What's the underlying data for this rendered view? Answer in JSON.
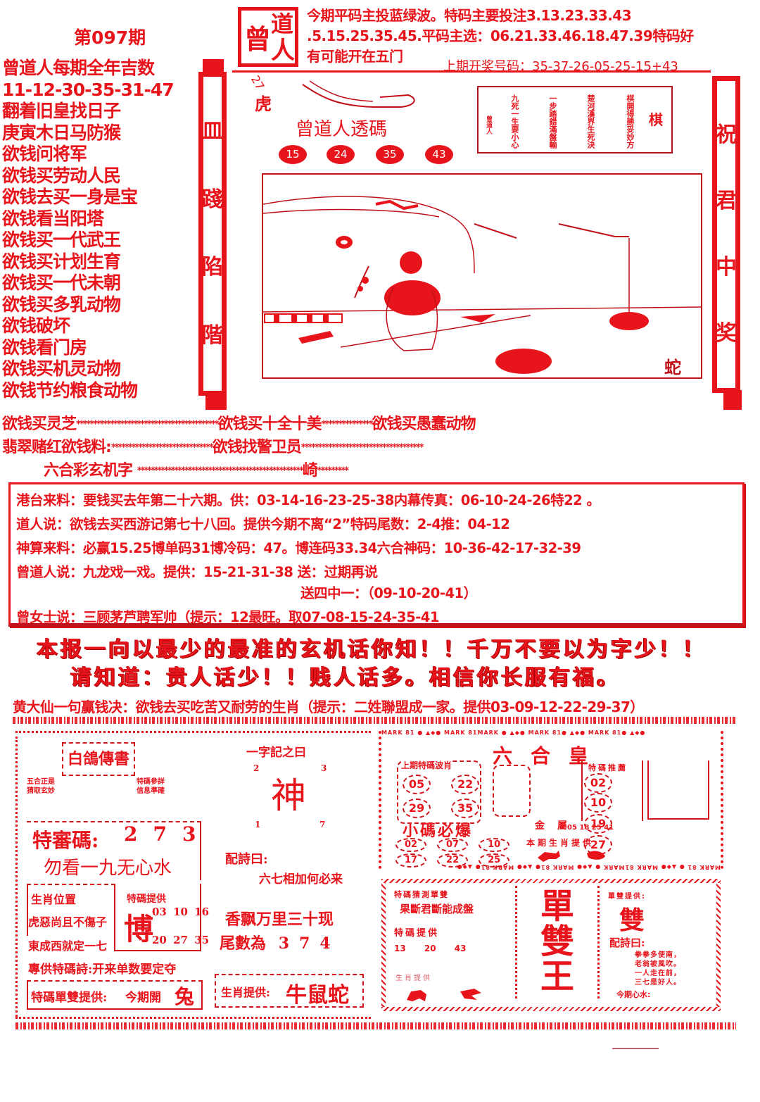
{
  "colors": {
    "primary_red": "#e8141c",
    "dark_red": "#c01018",
    "background": "#ffffff"
  },
  "header": {
    "issue": "第097期",
    "seal": {
      "left": "曾",
      "top_right": "道",
      "bottom_right": "人"
    },
    "tip_lines": [
      "今期平码主投蓝绿波。特码主要投注3.13.23.33.43",
      ".5.15.25.35.45.平码主选：06.21.33.46.18.47.39特码好",
      "有可能开在五门"
    ],
    "last_draw_label": "上期开奖号码：",
    "last_draw_numbers": "35-37-26-05-25-15+43"
  },
  "left_list": [
    "曾道人每期全年吉数",
    "11-12-30-35-31-47",
    "翻着旧皇找日子",
    "庚寅木日马防猴",
    "欲钱问将军",
    "欲钱买劳动人民",
    "欲钱去买一身是宝",
    "欲钱看当阳塔",
    "欲钱买一代武王",
    "欲钱买计划生育",
    "欲钱买一代未朝",
    "欲钱买多乳动物",
    "欲钱破坏",
    "欲钱看门房",
    "欲钱买机灵动物",
    "欲钱节约粮食动物"
  ],
  "vertical_banners": {
    "left": [
      "皿",
      "踐",
      "陷",
      "階"
    ],
    "right": [
      "祝",
      "君",
      "中",
      "奖"
    ]
  },
  "picture": {
    "zodiac_top": "虎",
    "zodiac_top_number": "27",
    "title": "曾道人透碼",
    "balls": [
      "15",
      "24",
      "35",
      "43"
    ],
    "chess_box": {
      "title": "棋",
      "columns": [
        "棋開得勝妥妙方",
        "楚河漢界生死決",
        "一步踏錯滿盤輸",
        "九死一生要小心",
        "曾道人"
      ]
    },
    "zodiac_bottom": "蛇"
  },
  "star_lines": [
    {
      "left": "欲钱买灵芝",
      "middle": "欲钱买十全十美",
      "right": "欲钱买愚蠢动物"
    },
    {
      "left": "翡翠赌红欲钱料:",
      "middle": "欲钱找警卫员",
      "right": ""
    },
    {
      "left": "六合彩玄机字",
      "middle": "崎",
      "right": ""
    }
  ],
  "source_box": {
    "lines": [
      "港台来料：要钱买去年第二十六期。供：03-14-16-23-25-38内幕传真：06-10-24-26特22 。",
      "道人说：欲钱去买西游记第七十八回。提供今期不离“2”特码尾数：2-4推：04-12",
      "神算来料：必赢15.25博单码31博冷码：47。博连码33.34六合神码：10-36-42-17-32-39",
      "曾道人说：九龙戏一戏。提供：15-21-31-38 送：过期再说",
      "送四中一：（09-10-20-41）",
      "曾女士说：三顾茅芦聘军帅（提示：12最旺。取07-08-15-24-35-41"
    ]
  },
  "slogan": {
    "line1": "本报一向以最少的最准的玄机话你知！！千万不要以为字少！！",
    "line2": "请知道：贵人话少！！贱人话多。相信你长服有福。"
  },
  "huang": "黄大仙一句赢钱决：欲钱去买吃苦又耐劳的生肖（提示：二姓聯盟成一家。提供03-09-12-22-29-37）",
  "bottom_left": {
    "book_title": "白鴿傳書",
    "small_left": [
      "五合正是",
      "猜取玄妙"
    ],
    "small_right": [
      "特碼參詳",
      "信息準確"
    ],
    "code_label": "特審碼:",
    "code_digits": [
      "2",
      "7",
      "3"
    ],
    "code_hint": "勿看一九无心水",
    "position_title": "生肖位置",
    "position_lines": [
      "虎惡尚且不傷子",
      "東成西就定一七"
    ],
    "special_title": "特碼提供",
    "special_char": "博",
    "special_numbers": [
      [
        "03",
        "10",
        "16"
      ],
      [
        "20",
        "27",
        "35"
      ]
    ],
    "poem_label": "專供特碼詩:",
    "poem_text": "开来单数要定夺",
    "odd_even_label": "特碼單雙提供:",
    "odd_even_text": "今期開",
    "odd_even_zodiac": "兔",
    "one_word_title": "一字記之曰",
    "one_word": "神",
    "corner_numbers": [
      "2",
      "3",
      "1",
      "7"
    ],
    "poem2_label": "配詩曰:",
    "poem2_text": "六七相加何必来",
    "fragrance": "香飘万里三十现",
    "tail_label": "尾數為",
    "tail_digits": [
      "3",
      "7",
      "4"
    ],
    "zodiac_label": "生肖提供:",
    "zodiac_text": "牛鼠蛇"
  },
  "bottom_right_top": {
    "mark_row": "MARK 81 ● ▲◆● MARK 81MARK ● ▲◆● MARK 81● ▲◆● MARK 81● ▲◆●",
    "header": "六合皇",
    "last_wave_title": "上期特碼波肖",
    "last_wave_numbers": [
      "05",
      "22",
      "29",
      "35"
    ],
    "middle_label": "金屬",
    "pick_title": "特碼推薦",
    "pick_numbers": [
      "02",
      "10",
      "19",
      "27"
    ],
    "small_title": "小碼必爆",
    "small_numbers": [
      "02",
      "07",
      "10",
      "17",
      "22",
      "25"
    ],
    "num_line": "05 18 25 41",
    "zodiac_provide": "本期生肖提供"
  },
  "bottom_right_bottom": {
    "title": "特碼猜測單雙",
    "subtitle": "果斷君斷能成盤",
    "special_title": "特碼提供",
    "special_numbers": [
      "13",
      "20",
      "43"
    ],
    "zodiac_title": "生肖提供",
    "center_big": [
      "單",
      "雙",
      "王"
    ],
    "right_title": "單雙提供:",
    "right_big": "雙",
    "poem_label": "配詩曰:",
    "poem_lines": [
      "拳拳多使南，",
      "老翁被風吹。",
      "一人走在前，",
      "三七是好人。"
    ],
    "heart_label": "今期心水:"
  }
}
